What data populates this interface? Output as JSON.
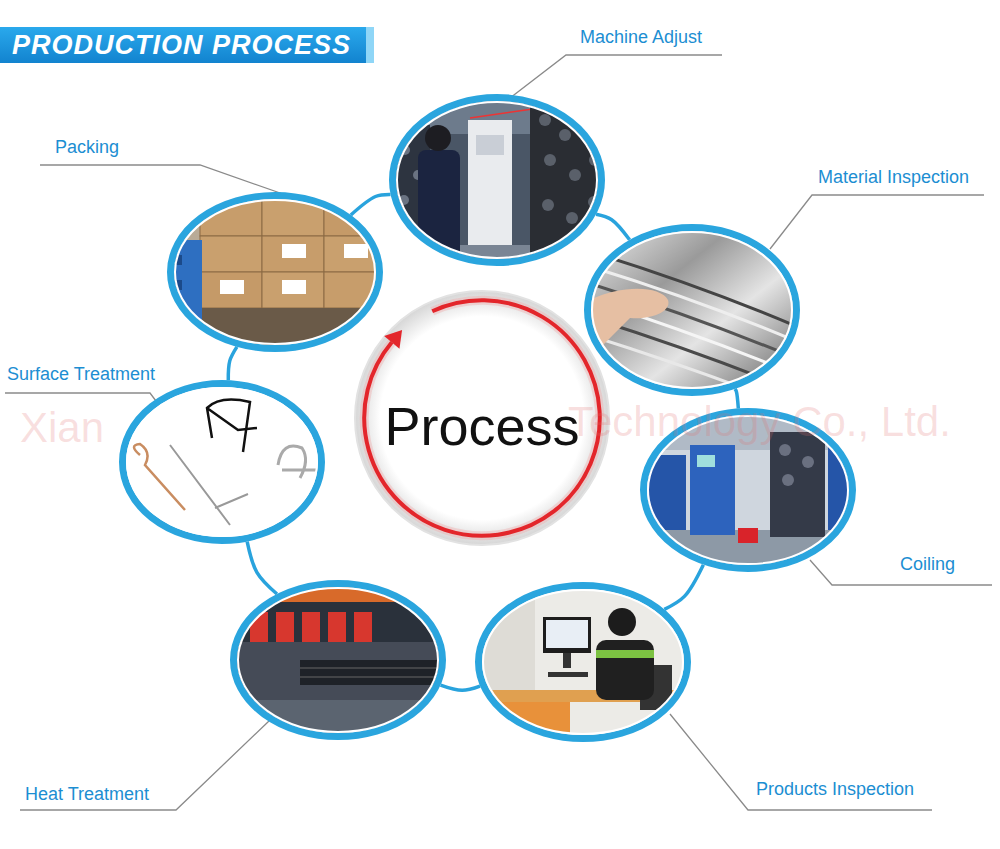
{
  "diagram": {
    "title": "PRODUCTION PROCESS",
    "nodes": [
      {
        "text": [
          "Machine Adjust"
        ]
      },
      {
        "text": [
          "Material Inspection"
        ]
      },
      {
        "text": [
          "Coiling"
        ]
      },
      {
        "text": [
          "Products Inspection"
        ]
      },
      {
        "text": [
          "Heat Treatment"
        ]
      },
      {
        "text": [
          "Surface Treatment"
        ]
      },
      {
        "text": [
          "Packing"
        ]
      },
      {
        "text": [
          "Process"
        ]
      }
    ],
    "edges": [
      {
        "from": 0,
        "to": 1,
        "arrow": "none"
      },
      {
        "from": 1,
        "to": 2,
        "arrow": "none"
      },
      {
        "from": 2,
        "to": 3,
        "arrow": "none"
      },
      {
        "from": 3,
        "to": 4,
        "arrow": "none"
      },
      {
        "from": 4,
        "to": 5,
        "arrow": "none"
      },
      {
        "from": 5,
        "to": 6,
        "arrow": "none"
      },
      {
        "from": 6,
        "to": 0,
        "arrow": "none"
      }
    ],
    "labels": [
      "Xian",
      "Technology Co., Ltd."
    ]
  }
}
